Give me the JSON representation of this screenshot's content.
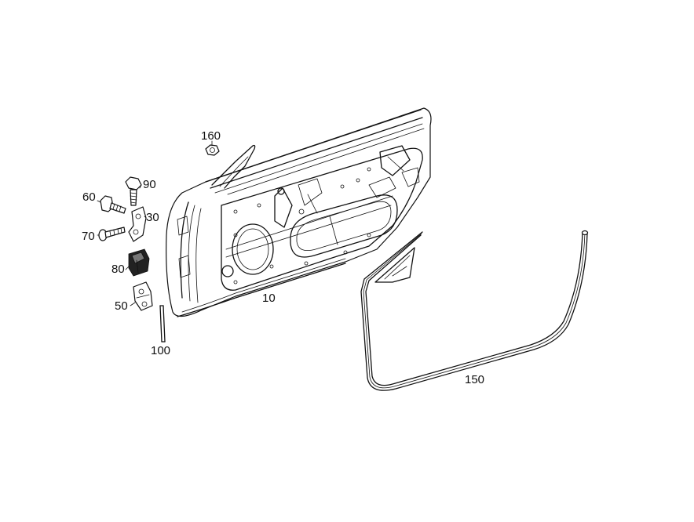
{
  "callouts": {
    "p10": "10",
    "p30": "30",
    "p50": "50",
    "p60": "60",
    "p70": "70",
    "p80": "80",
    "p90": "90",
    "p100": "100",
    "p150": "150",
    "p160": "160"
  }
}
